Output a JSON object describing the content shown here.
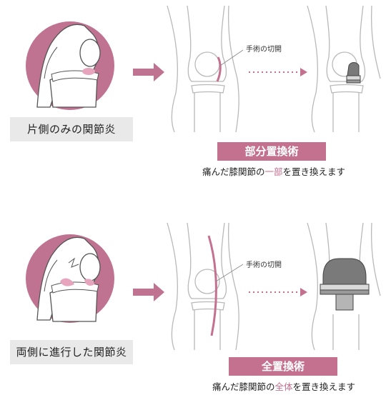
{
  "colors": {
    "accent": "#c4708f",
    "circle": "#c07390",
    "light_pink": "#ecc5d3",
    "line_gray": "#b9b9b9",
    "label_bg": "#e9e9e9"
  },
  "partial": {
    "case_label": "片側のみの関節炎",
    "callout": "手術の切開",
    "procedure_title": "部分置換術",
    "desc_before": "痛んだ膝関節の",
    "desc_highlight": "一部",
    "desc_after": "を置き換えます"
  },
  "total": {
    "case_label": "両側に進行した関節炎",
    "callout": "手術の切開",
    "procedure_title": "全置換術",
    "desc_before": "痛んだ膝関節の",
    "desc_highlight": "全体",
    "desc_after": "を置き換えます"
  }
}
